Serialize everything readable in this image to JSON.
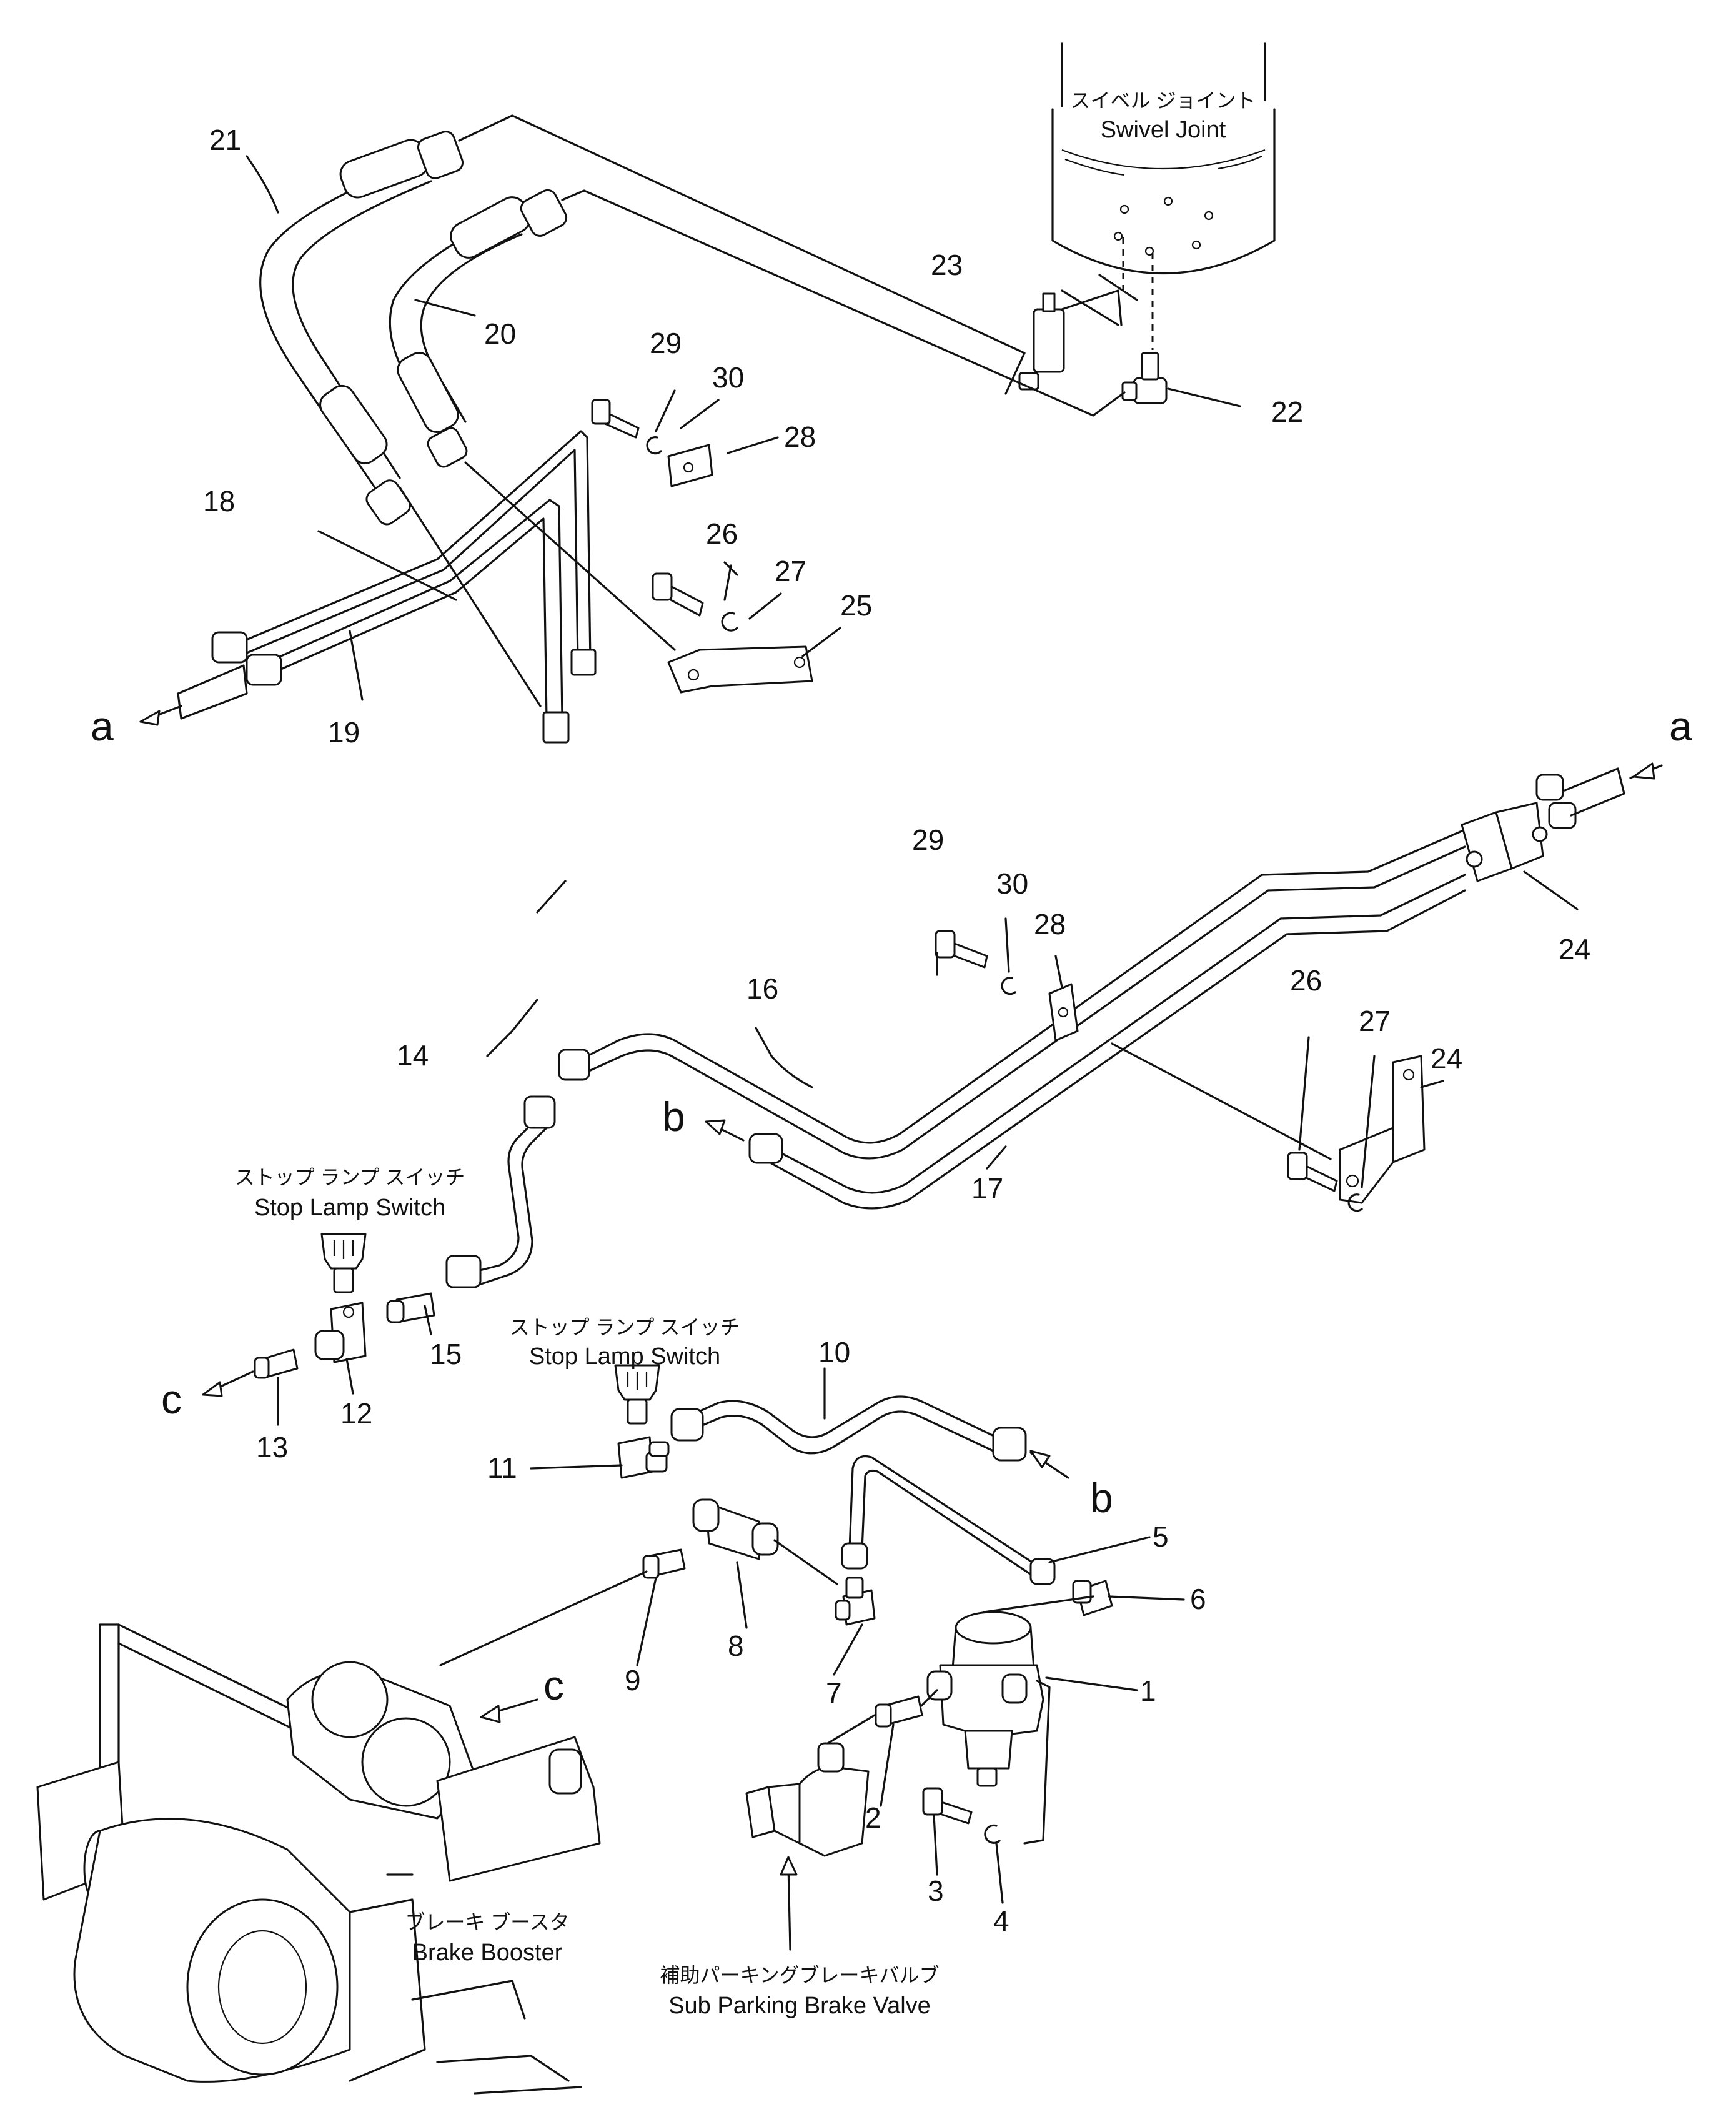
{
  "diagram": {
    "callouts": [
      "1",
      "2",
      "3",
      "4",
      "5",
      "6",
      "7",
      "8",
      "9",
      "10",
      "11",
      "12",
      "13",
      "14",
      "15",
      "16",
      "17",
      "18",
      "19",
      "20",
      "21",
      "22",
      "23",
      "24",
      "24",
      "25",
      "26",
      "26",
      "27",
      "27",
      "28",
      "28",
      "29",
      "29",
      "30",
      "30"
    ],
    "connectors": [
      "a",
      "a",
      "b",
      "b",
      "c",
      "c"
    ],
    "labels": {
      "swivel_joint_jp": "スイベル ジョイント",
      "swivel_joint_en": "Swivel Joint",
      "stop_lamp_jp_1": "ストップ ランプ スイッチ",
      "stop_lamp_en_1": "Stop Lamp Switch",
      "stop_lamp_jp_2": "ストップ ランプ スイッチ",
      "stop_lamp_en_2": "Stop Lamp Switch",
      "brake_booster_jp": "ブレーキ ブースタ",
      "brake_booster_en": "Brake Booster",
      "sub_parking_jp": "補助パーキングブレーキバルブ",
      "sub_parking_en": "Sub Parking Brake Valve"
    }
  }
}
